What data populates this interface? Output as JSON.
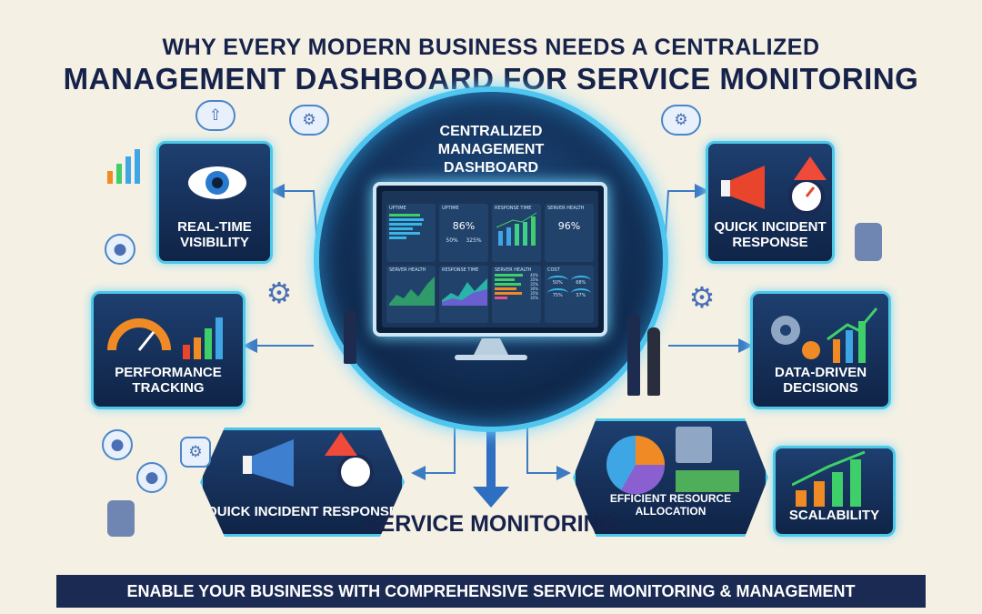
{
  "title": {
    "line1": "WHY EVERY MODERN BUSINESS NEEDS A CENTRALIZED",
    "line2": "MANAGEMENT DASHBOARD FOR SERVICE MONITORING"
  },
  "center": {
    "title": "CENTRALIZED MANAGEMENT DASHBOARD"
  },
  "dashboard": {
    "panels": [
      {
        "label": "UPTIME"
      },
      {
        "label": "UPTIME",
        "value": "86%",
        "sub1": "50%",
        "sub2": "325%"
      },
      {
        "label": "RESPONSE TIME"
      },
      {
        "label": "SERVER HEALTH",
        "value": "96%"
      },
      {
        "label": "SERVER HEALTH"
      },
      {
        "label": "RESPONSE TIME"
      },
      {
        "label": "SERVER HEALTH",
        "values": [
          "40%",
          "35%",
          "35%",
          "30%",
          "35%",
          "35%"
        ]
      },
      {
        "label": "COST",
        "values": [
          "50%",
          "68%",
          "75%",
          "37%"
        ]
      }
    ]
  },
  "cards": {
    "realtime": "REAL-TIME VISIBILITY",
    "incident_top": "QUICK INCIDENT RESPONSE",
    "performance": "PERFORMANCE TRACKING",
    "datadriven": "DATA-DRIVEN DECISIONS",
    "incident_bottom": "QUICK INCIDENT RESPONSE",
    "resource": "EFFICIENT RESOURCE ALLOCATION",
    "scalability": "SCALABILITY"
  },
  "service_monitoring": "SERVICE MONITORING",
  "footer": "ENABLE YOUR BUSINESS WITH COMPREHENSIVE SERVICE MONITORING & MANAGEMENT",
  "colors": {
    "navy": "#16224a",
    "accent": "#4fc6ef",
    "green": "#3fcf6a",
    "orange": "#f08a24"
  }
}
